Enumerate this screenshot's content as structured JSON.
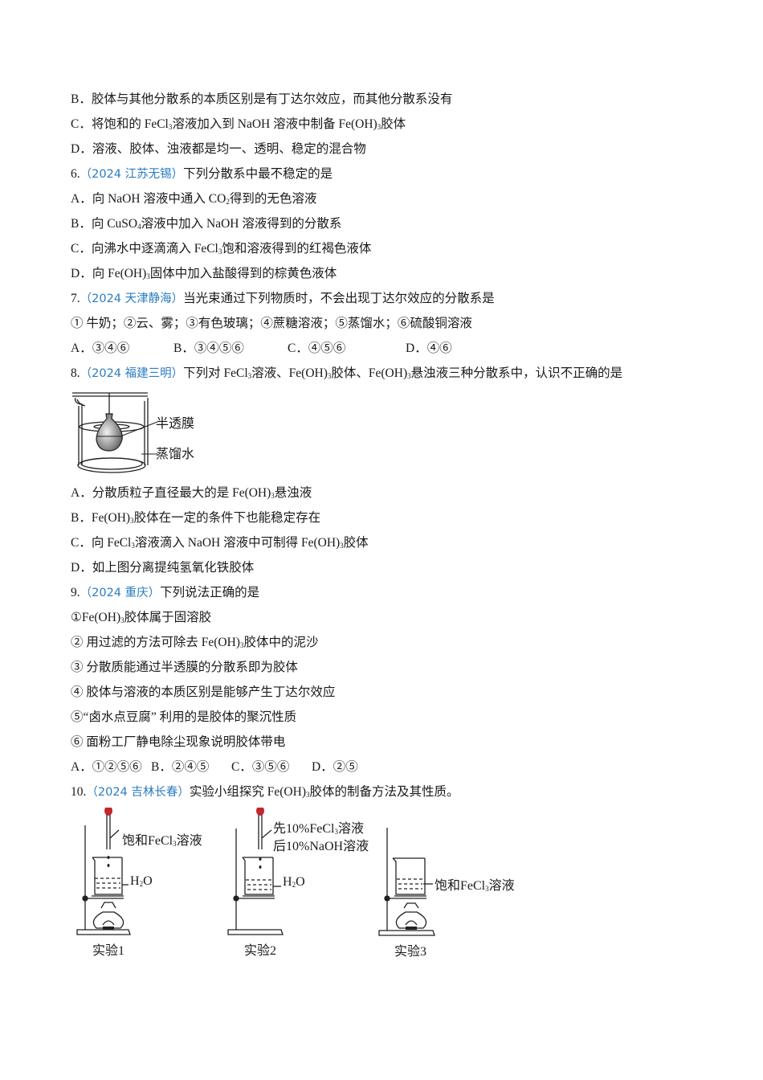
{
  "q5_options": {
    "B": {
      "label": "B．",
      "text": "胶体与其他分散系的本质区别是有丁达尔效应，而其他分散系没有"
    },
    "C": {
      "label": "C．",
      "t1": "将饱和的 FeCl",
      "sub1": "3",
      "t2": "溶液加入到 NaOH 溶液中制备 Fe(OH)",
      "sub2": "3",
      "t3": "胶体"
    },
    "D": {
      "label": "D．",
      "text": "溶液、胶体、浊液都是均一、透明、稳定的混合物"
    }
  },
  "q6": {
    "number": "6.",
    "source": "（2024 江苏无锡）",
    "stem": "下列分散系中最不稳定的是",
    "A": {
      "label": "A．",
      "t1": "向 NaOH 溶液中通入 CO",
      "sub1": "2",
      "t2": "得到的无色溶液"
    },
    "B": {
      "label": "B．",
      "t1": "向 CuSO",
      "sub1": "4",
      "t2": "溶液中加入 NaOH 溶液得到的分散系"
    },
    "C": {
      "label": "C．",
      "t1": "向沸水中逐滴滴入 FeCl",
      "sub1": "3",
      "t2": "饱和溶液得到的红褐色液体"
    },
    "D": {
      "label": "D．",
      "t1": "向 Fe(OH)",
      "sub1": "3",
      "t2": "固体中加入盐酸得到的棕黄色液体"
    }
  },
  "q7": {
    "number": "7.",
    "source": "（2024 天津静海）",
    "stem": "当光束通过下列物质时，不会出现丁达尔效应的分散系是",
    "items": "① 牛奶；②云、雾；③有色玻璃；④蔗糖溶液；⑤蒸馏水；⑥硫酸铜溶液",
    "A": "A．③④⑥",
    "B": "B．③④⑤⑥",
    "C": "C．④⑤⑥",
    "D": "D．④⑥"
  },
  "q8": {
    "number": "8.",
    "source": "（2024 福建三明）",
    "t1": "下列对 FeCl",
    "sub1": "3",
    "t2": "溶液、Fe(OH)",
    "sub2": "3",
    "t3": "胶体、Fe(OH)",
    "sub3": "3",
    "t4": "悬浊液三种分散系中，认识不正确的是",
    "figure": {
      "label_membrane": "半透膜",
      "label_water": "蒸馏水"
    },
    "A": {
      "label": "A．",
      "t1": "分散质粒子直径最大的是 Fe(OH)",
      "sub1": "3",
      "t2": "悬浊液"
    },
    "B": {
      "label": "B．",
      "t1": "Fe(OH)",
      "sub1": "3",
      "t2": "胶体在一定的条件下也能稳定存在"
    },
    "C": {
      "label": "C．",
      "t1": "向 FeCl",
      "sub1": "3",
      "t2": "溶液滴入 NaOH 溶液中可制得 Fe(OH)",
      "sub2": "3",
      "t3": "胶体"
    },
    "D": {
      "label": "D．",
      "text": "如上图分离提纯氢氧化铁胶体"
    }
  },
  "q9": {
    "number": "9.",
    "source": "（2024 重庆）",
    "stem": "下列说法正确的是",
    "s1": {
      "t1": "①Fe(OH)",
      "sub1": "3",
      "t2": "胶体属于固溶胶"
    },
    "s2": {
      "t1": "② 用过滤的方法可除去  Fe(OH)",
      "sub1": "3",
      "t2": "胶体中的泥沙"
    },
    "s3": "③ 分散质能通过半透膜的分散系即为胶体",
    "s4": "④ 胶体与溶液的本质区别是能够产生丁达尔效应",
    "s5": "⑤“卤水点豆腐” 利用的是胶体的聚沉性质",
    "s6": "⑥ 面粉工厂静电除尘现象说明胶体带电",
    "A": "A．①②⑤⑥",
    "B": "B．②④⑤",
    "C": "C．③⑤⑥",
    "D": "D．②⑤"
  },
  "q10": {
    "number": "10.",
    "source": "（2024 吉林长春）",
    "t1": "实验小组探究 Fe(OH)",
    "sub1": "3",
    "t2": "胶体的制备方法及其性质。",
    "exp1": {
      "dropper_label_a": "饱和FeCl",
      "dropper_sub": "3",
      "dropper_label_b": "溶液",
      "beaker_label": "H",
      "beaker_sub": "2",
      "beaker_label_b": "O",
      "caption": "实验1"
    },
    "exp2": {
      "line1_a": "先10%FeCl",
      "line1_sub": "3",
      "line1_b": "溶液",
      "line2": "后10%NaOH溶液",
      "beaker_label": "H",
      "beaker_sub": "2",
      "beaker_label_b": "O",
      "caption": "实验2"
    },
    "exp3": {
      "beaker_label_a": "饱和FeCl",
      "beaker_sub": "3",
      "beaker_label_b": "溶液",
      "caption": "实验3"
    }
  },
  "colors": {
    "source_tag": "#2a7cc0",
    "text": "#1a1a1a",
    "dropper_bulb": "#c0282d"
  }
}
